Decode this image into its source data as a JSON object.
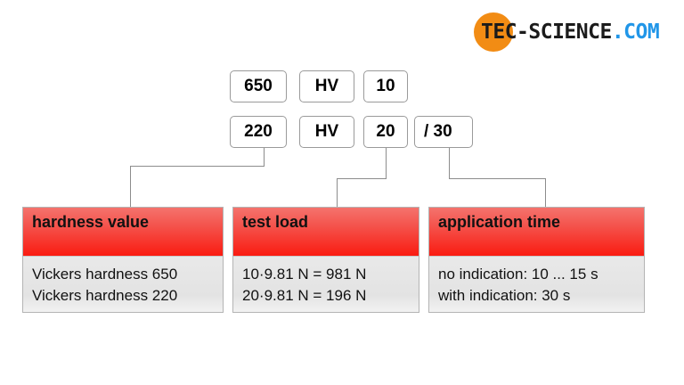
{
  "logo": {
    "name": "tec-science-logo",
    "text_dark": "TEC-SCIENCE",
    "text_blue": ".COM",
    "dot_color": "#F28C14",
    "dark_color": "#1b1b1b",
    "blue_color": "#2196E8"
  },
  "code_rows": [
    {
      "row_id": "row-650",
      "cells": [
        {
          "id": "hardness-value-650",
          "label": "650"
        },
        {
          "id": "method-hv-1",
          "label": "HV"
        },
        {
          "id": "test-load-10",
          "label": "10"
        }
      ]
    },
    {
      "row_id": "row-220",
      "cells": [
        {
          "id": "hardness-value-220",
          "label": "220"
        },
        {
          "id": "method-hv-2",
          "label": "HV"
        },
        {
          "id": "test-load-20",
          "label": "20"
        },
        {
          "id": "application-time-30",
          "label": "/ 30"
        }
      ]
    }
  ],
  "panels": [
    {
      "id": "hardness-value",
      "title": "hardness value",
      "lines": [
        "Vickers hardness 650",
        "Vickers hardness 220"
      ]
    },
    {
      "id": "test-load",
      "title": "test load",
      "lines": [
        "10·9.81 N = 981 N",
        "20·9.81 N = 196 N"
      ]
    },
    {
      "id": "application-time",
      "title": "application time",
      "lines": [
        "no indication: 10 ... 15 s",
        "with indication: 30 s"
      ]
    }
  ],
  "colors": {
    "header_red_top": "#F4736D",
    "header_red_bottom": "#FA1B11",
    "panel_body_gray": "#e6e6e6",
    "connector_gray": "#8c8c8c",
    "box_border": "#9a9a9a"
  }
}
